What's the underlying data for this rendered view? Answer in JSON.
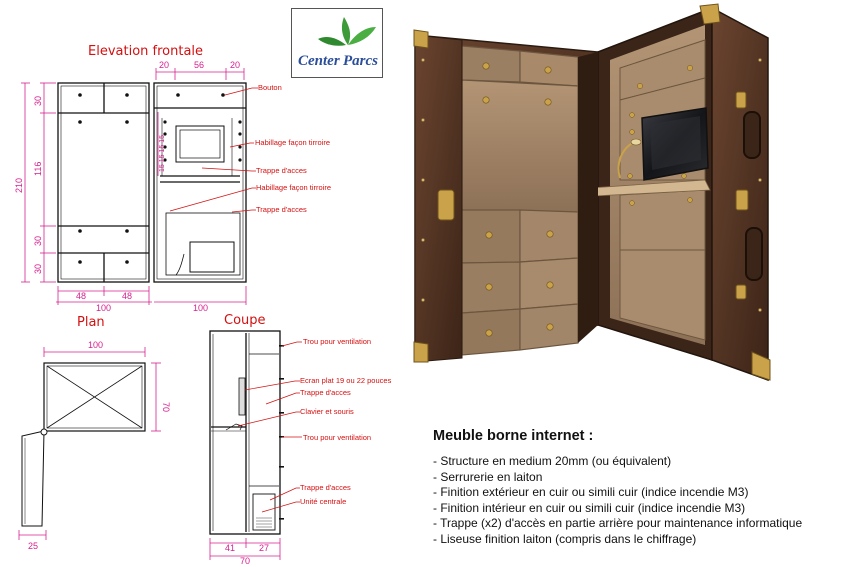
{
  "titles": {
    "elevation": "Elevation frontale",
    "plan": "Plan",
    "coupe": "Coupe"
  },
  "logo": {
    "text_center": "Center",
    "text_parcs": "Parcs"
  },
  "elevation_dims": {
    "top_20_left": "20",
    "top_56": "56",
    "top_20_right": "20",
    "left_30_top": "30",
    "left_116": "116",
    "left_210": "210",
    "left_30_mid": "30",
    "left_30_bot": "30",
    "bottom_48_left": "48",
    "bottom_48_right": "48",
    "bottom_100_left": "100",
    "bottom_100_right": "100",
    "inner_stack": "15 15 15 15"
  },
  "elevation_labels": {
    "bouton": "Bouton",
    "habillage_1": "Habillage façon tirroire",
    "trappe_1": "Trappe d'acces",
    "habillage_2": "Habillage façon tirroire",
    "trappe_2": "Trappe d'acces"
  },
  "plan_dims": {
    "top_100": "100",
    "right_70": "70",
    "bottom_25": "25"
  },
  "coupe_labels": {
    "trou_1": "Trou pour ventilation",
    "ecran": "Ecran plat 19 ou 22 pouces",
    "trappe_a": "Trappe d'acces",
    "clavier": "Clavier et souris",
    "trou_2": "Trou pour ventilation",
    "trappe_b": "Trappe d'acces",
    "unite": "Unité centrale"
  },
  "coupe_dims": {
    "bottom_41": "41",
    "bottom_27": "27",
    "bottom_70": "70"
  },
  "description": {
    "title": "Meuble borne internet :",
    "items": [
      "Structure en medium 20mm (ou équivalent)",
      "Serrurerie en laiton",
      "Finition extérieur en cuir ou simili cuir (indice incendie M3)",
      "Finition intérieur en cuir ou simili cuir (indice incendie M3)",
      "Trappe (x2) d'accès en partie arrière pour maintenance informatique",
      "Liseuse finition laiton (compris dans le chiffrage)"
    ]
  },
  "colors": {
    "dimension": "#d6208f",
    "annotation": "#d41010",
    "trunk_leather": "#5a3a28",
    "trunk_interior": "#a3876b",
    "brass": "#c9a24a",
    "logo_green": "#3e9b3a",
    "logo_blue": "#2b4e9a"
  }
}
